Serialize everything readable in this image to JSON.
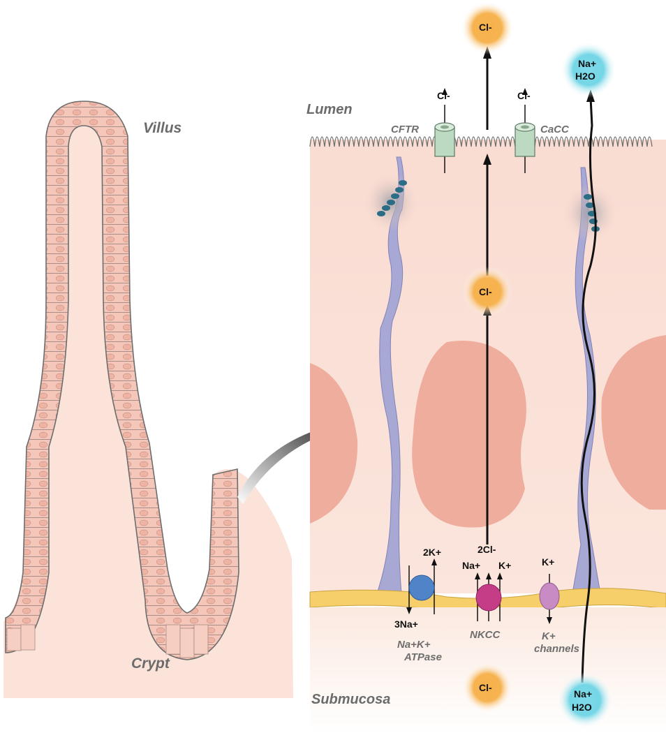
{
  "labels": {
    "villus": "Villus",
    "crypt": "Crypt",
    "lumen": "Lumen",
    "submucosa": "Submucosa",
    "cftr": "CFTR",
    "cacc": "CaCC",
    "atpase_line1": "Na+K+",
    "atpase_line2": "ATPase",
    "nkcc": "NKCC",
    "kchan_line1": "K+",
    "kchan_line2": "channels"
  },
  "ions": {
    "cl_top": "Cl-",
    "na_top": "Na+",
    "h2o_top": "H2O",
    "cl_cftr": "Cl-",
    "cl_cacc": "Cl-",
    "cl_mid": "Cl-",
    "k2": "2K+",
    "na3": "3Na+",
    "cl2": "2Cl-",
    "na_nkcc": "Na+",
    "k_nkcc": "K+",
    "k_chan": "K+",
    "cl_bottom": "Cl-",
    "na_bottom": "Na+",
    "h2o_bottom": "H2O"
  },
  "colors": {
    "epithelium": "#f2c3b5",
    "cell_fill": "#f7d9cd",
    "nucleus": "#eea797",
    "membrane_yellow": "#f6cf6a",
    "junction": "#a9a8d6",
    "cl_glow": "#f2a23c",
    "na_glow": "#5fd1e2",
    "atpase": "#4f84c9",
    "nkcc": "#c43d86",
    "kchannel": "#c88bc4",
    "channel_green": "#bcd9c2"
  }
}
